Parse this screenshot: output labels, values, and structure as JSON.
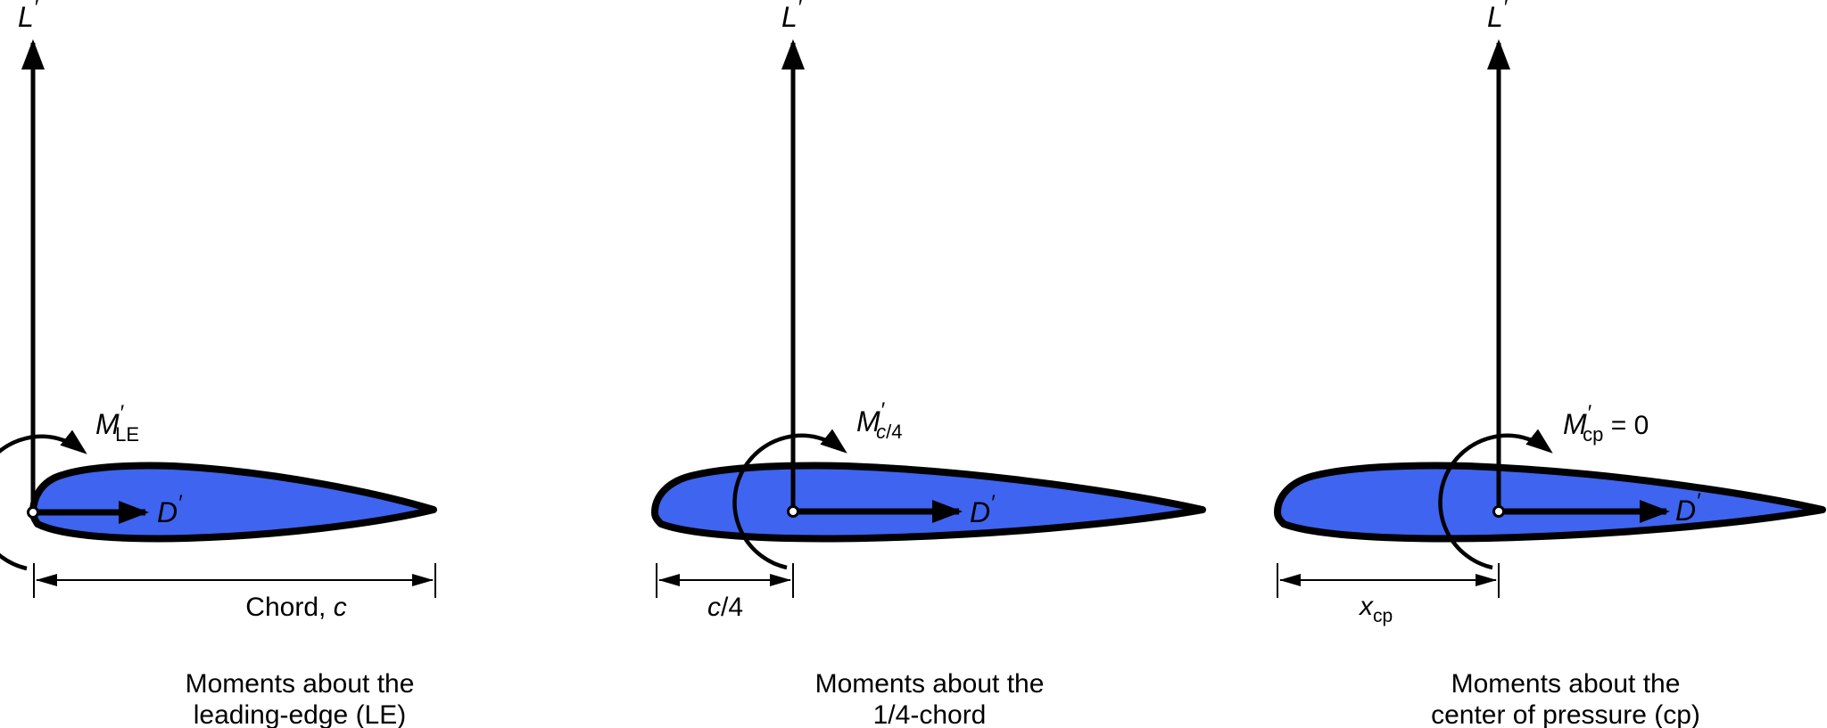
{
  "colors": {
    "airfoil_fill": "#3E64F0",
    "line": "#000000",
    "background": "#FFFFFF"
  },
  "panels": [
    {
      "lift": {
        "letter": "L",
        "prime": "′"
      },
      "drag": {
        "letter": "D",
        "prime": "′"
      },
      "moment": {
        "letter": "M",
        "prime": "′",
        "sub": "LE",
        "suffix": ""
      },
      "dimension": {
        "prefix": "Chord, ",
        "symbol": "c",
        "suffix": "",
        "subscript": ""
      },
      "caption": {
        "line1": "Moments about the",
        "line2": "leading-edge (LE)"
      }
    },
    {
      "lift": {
        "letter": "L",
        "prime": "′"
      },
      "drag": {
        "letter": "D",
        "prime": "′"
      },
      "moment": {
        "letter": "M",
        "prime": "′",
        "sub_italic": "c",
        "sub": "/4",
        "suffix": ""
      },
      "dimension": {
        "prefix": "",
        "symbol": "c",
        "suffix": "/4",
        "subscript": ""
      },
      "caption": {
        "line1": "Moments about the",
        "line2": "1/4-chord"
      }
    },
    {
      "lift": {
        "letter": "L",
        "prime": "′"
      },
      "drag": {
        "letter": "D",
        "prime": "′"
      },
      "moment": {
        "letter": "M",
        "prime": "′",
        "sub": "cp",
        "suffix": " = 0"
      },
      "dimension": {
        "prefix": "",
        "symbol": "x",
        "suffix": "",
        "subscript": "cp"
      },
      "caption": {
        "line1": "Moments about the",
        "line2": "center of pressure (cp)"
      }
    }
  ]
}
